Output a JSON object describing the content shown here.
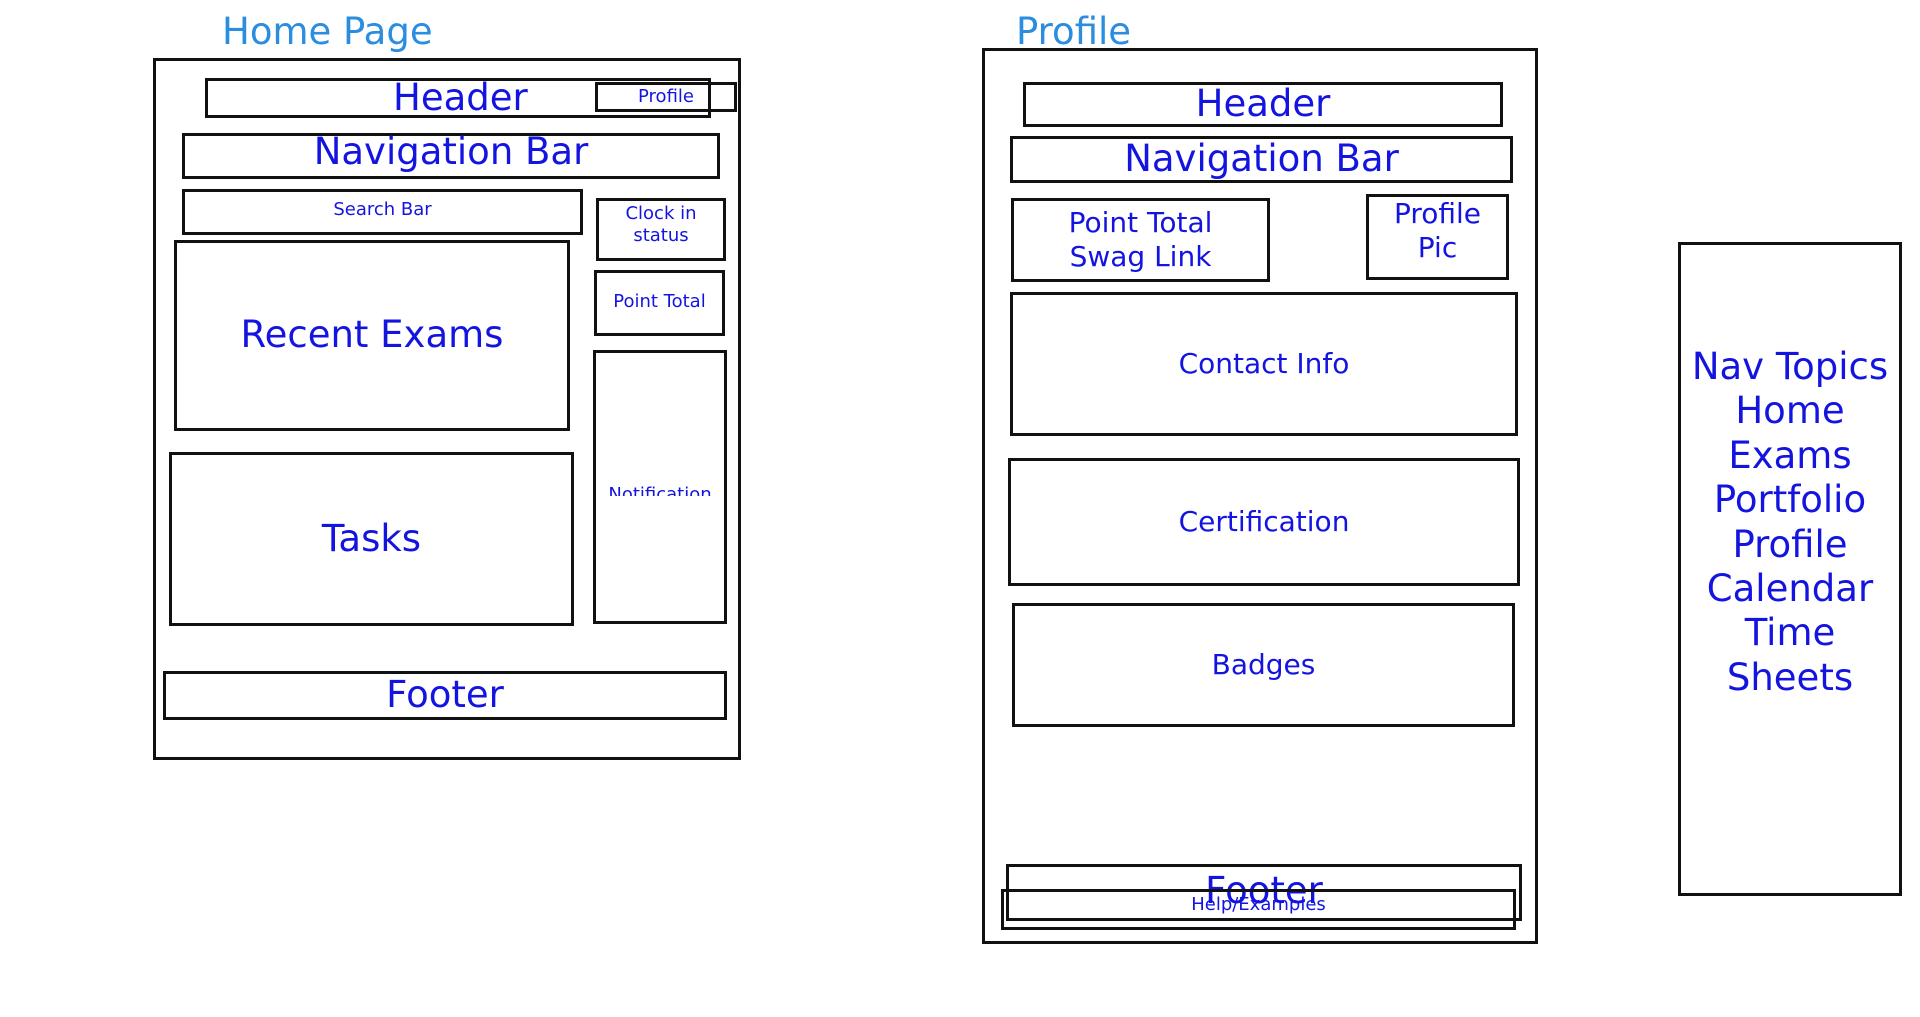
{
  "home": {
    "title": "Home Page",
    "header": "Header",
    "profile": "Profile",
    "nav_bar": "Navigation Bar",
    "search_bar": "Search Bar",
    "clock_in_status": "Clock in status",
    "point_total": "Point Total",
    "recent_exams": "Recent Exams",
    "tasks": "Tasks",
    "notification": "Notification",
    "footer": "Footer"
  },
  "profile_page": {
    "title": "Profile",
    "header": "Header",
    "nav_bar": "Navigation Bar",
    "point_total_line1": "Point Total",
    "point_total_line2": "Swag Link",
    "profile_pic_line1": "Profile",
    "profile_pic_line2": "Pic",
    "contact_info": "Contact Info",
    "certification": "Certification",
    "badges": "Badges",
    "footer": "Footer",
    "help": "Help/Examples"
  },
  "nav_topics": {
    "heading": "Nav Topics",
    "items": [
      "Home",
      "Exams",
      "Portfolio",
      "Profile",
      "Calendar",
      "Time",
      "Sheets"
    ]
  }
}
